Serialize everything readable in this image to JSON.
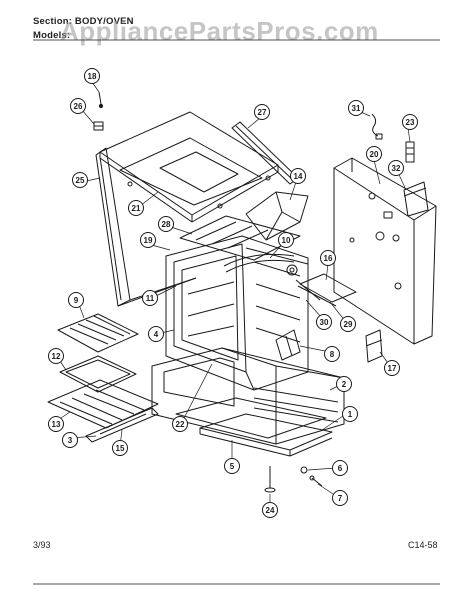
{
  "header": {
    "section_label": "Section:",
    "section_value": "BODY/OVEN",
    "models_label": "Models:",
    "watermark": "AppliancePartsPros.com"
  },
  "footer": {
    "date": "3/93",
    "code": "C14-58"
  },
  "callouts": [
    "18",
    "26",
    "27",
    "31",
    "23",
    "25",
    "20",
    "32",
    "14",
    "21",
    "28",
    "19",
    "10",
    "16",
    "9",
    "11",
    "30",
    "29",
    "4",
    "8",
    "17",
    "12",
    "2",
    "13",
    "1",
    "3",
    "15",
    "22",
    "5",
    "6",
    "7",
    "24"
  ],
  "colors": {
    "line": "#1a1a1a",
    "paper": "#ffffff",
    "watermark": "#969696"
  }
}
